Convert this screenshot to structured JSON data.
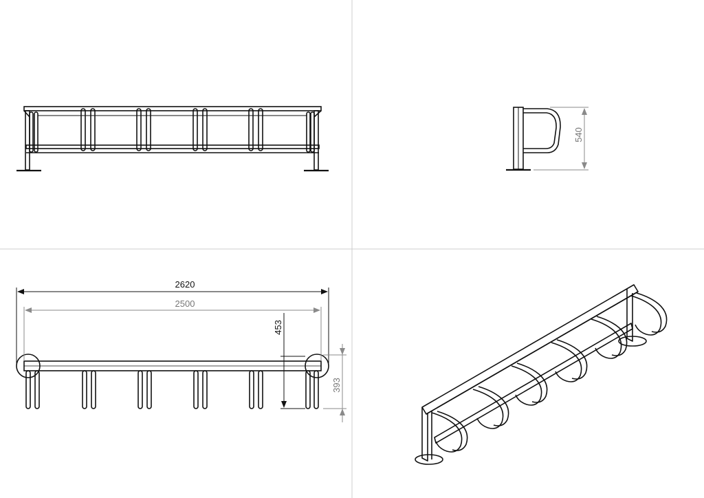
{
  "views": {
    "front": {
      "label": ""
    },
    "side": {
      "label": "",
      "dim_height": "540"
    },
    "top": {
      "dim_overall_length": "2620",
      "dim_inner_length": "2500",
      "dim_depth_outer": "453",
      "dim_depth_inner": "393"
    },
    "iso": {
      "label": ""
    }
  },
  "colors": {
    "line": "#111111",
    "dim_grey": "#8a8a8a",
    "divider": "#cccccc",
    "background": "#ffffff"
  }
}
